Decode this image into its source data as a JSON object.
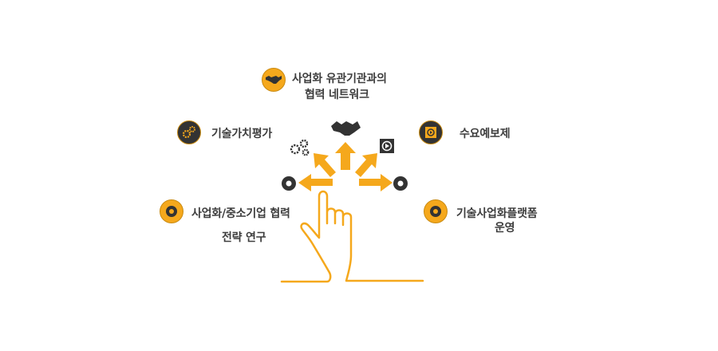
{
  "items": [
    {
      "id": "network",
      "icon": "handshake-icon",
      "lines": [
        "사업화 유관기관과의",
        "협력 네트워크"
      ]
    },
    {
      "id": "valuation",
      "icon": "gears-icon",
      "lines": [
        "기술가치평가"
      ]
    },
    {
      "id": "forecast",
      "icon": "play-screen-icon",
      "lines": [
        "수요예보제"
      ]
    },
    {
      "id": "sme",
      "icon": "aperture-icon",
      "lines": [
        "사업화/중소기업 협력",
        "전략 연구"
      ]
    },
    {
      "id": "platform",
      "icon": "chrome-icon",
      "lines": [
        "기술사업화플랫폼",
        "운영"
      ]
    }
  ],
  "colors": {
    "accent": "#f5a81c",
    "dark": "#333333",
    "text": "#3d3d3d"
  }
}
